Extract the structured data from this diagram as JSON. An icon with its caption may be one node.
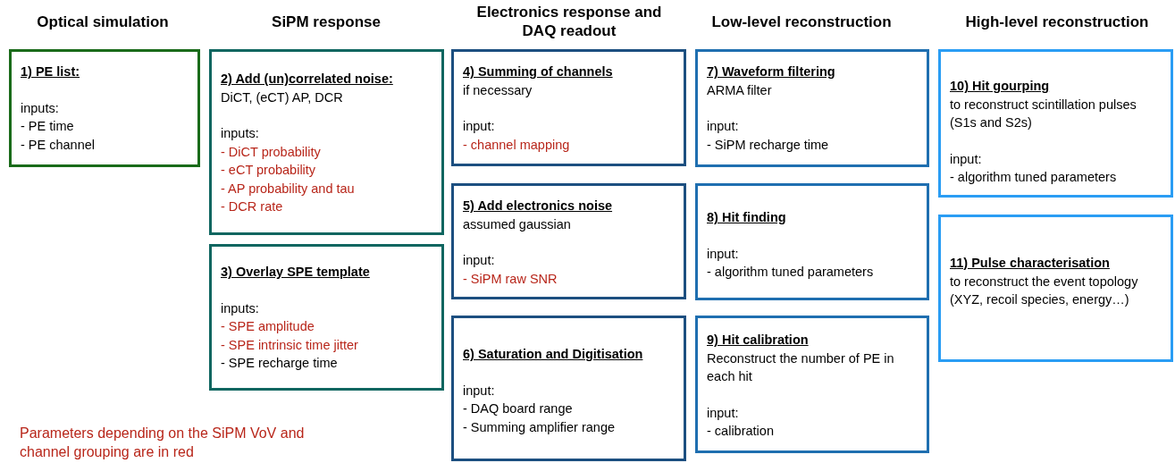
{
  "diagram": {
    "nodes": [
      {
        "text": [
          "1) PE list:",
          "inputs:",
          "- PE time",
          "- PE channel"
        ]
      },
      {
        "text": [
          "2) Add (un)correlated noise:",
          "DiCT, (eCT) AP, DCR",
          "inputs:",
          "- DiCT probability",
          "- eCT probability",
          "- AP probability and tau",
          "- DCR rate"
        ]
      },
      {
        "text": [
          "3) Overlay SPE template",
          "inputs:",
          "- SPE amplitude",
          "- SPE intrinsic time jitter",
          "- SPE recharge time"
        ]
      },
      {
        "text": [
          "4) Summing of channels",
          "if necessary",
          "input:",
          "- channel mapping"
        ]
      },
      {
        "text": [
          "5) Add electronics noise",
          "assumed gaussian",
          "input:",
          "- SiPM raw SNR"
        ]
      },
      {
        "text": [
          "6) Saturation and Digitisation",
          "input:",
          "- DAQ board range",
          "- Summing amplifier range"
        ]
      },
      {
        "text": [
          "7) Waveform filtering",
          "ARMA filter",
          "input:",
          "- SiPM recharge time"
        ]
      },
      {
        "text": [
          "8) Hit finding",
          "input:",
          "- algorithm tuned parameters"
        ]
      },
      {
        "text": [
          "9) Hit calibration",
          "Reconstruct the number of PE in each hit",
          "input:",
          "- calibration"
        ]
      },
      {
        "text": [
          "10) Hit gourping",
          "to reconstruct scintillation pulses (S1s and S2s)",
          "input:",
          "- algorithm tuned parameters"
        ]
      },
      {
        "text": [
          "11) Pulse characterisation",
          "to reconstruct the event topology (XYZ, recoil species, energy…)"
        ]
      }
    ],
    "labels": [
      "Optical simulation",
      "SiPM response",
      "Electronics response and DAQ readout",
      "Low-level reconstruction",
      "High-level reconstruction"
    ],
    "legend": [
      {
        "text": "Parameters depending on the SiPM VoV and channel grouping are in red",
        "color": "#b8261a"
      }
    ]
  }
}
